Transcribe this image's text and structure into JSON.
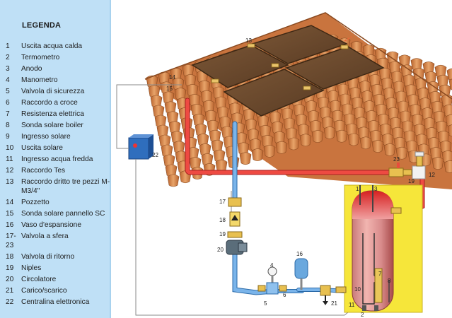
{
  "legend": {
    "title": "LEGENDA",
    "items": [
      {
        "num": "1",
        "label": "Uscita acqua calda"
      },
      {
        "num": "2",
        "label": "Termometro"
      },
      {
        "num": "3",
        "label": "Anodo"
      },
      {
        "num": "4",
        "label": "Manometro"
      },
      {
        "num": "5",
        "label": "Valvola di sicurezza"
      },
      {
        "num": "6",
        "label": "Raccordo a croce"
      },
      {
        "num": "7",
        "label": "Resistenza elettrica"
      },
      {
        "num": "8",
        "label": "Sonda solare boiler"
      },
      {
        "num": "9",
        "label": "Ingresso solare"
      },
      {
        "num": "10",
        "label": "Uscita solare"
      },
      {
        "num": "11",
        "label": "Ingresso acqua fredda"
      },
      {
        "num": "12",
        "label": "Raccordo Tes"
      },
      {
        "num": "13",
        "label": "Raccordo dritto tre pezzi M-M3/4\""
      },
      {
        "num": "14",
        "label": "Pozzetto"
      },
      {
        "num": "15",
        "label": "Sonda solare pannello SC"
      },
      {
        "num": "16",
        "label": "Vaso d'espansione"
      },
      {
        "num": "17- 23",
        "label": "Valvola a sfera"
      },
      {
        "num": "18",
        "label": "Valvola di ritorno"
      },
      {
        "num": "19",
        "label": "Niples"
      },
      {
        "num": "20",
        "label": "Circolatore"
      },
      {
        "num": "21",
        "label": "Carico/scarico"
      },
      {
        "num": "22",
        "label": "Centralina elettronica"
      }
    ]
  },
  "callouts": {
    "c13": "13",
    "c14": "14",
    "c15": "15",
    "c22": "22",
    "c23": "23",
    "c12": "12",
    "c19a": "19",
    "c17": "17",
    "c18": "18",
    "c19b": "19",
    "c20": "20",
    "c16": "16",
    "c4": "4",
    "c5": "5",
    "c6": "6",
    "c21": "21",
    "c1": "1",
    "c3": "3",
    "c7": "7",
    "c8": "8",
    "c10": "10",
    "c11": "11",
    "c2": "2"
  },
  "colors": {
    "legend_bg": "#bfe0f6",
    "roof_tile": "#d98d4e",
    "panel": "#6b4a2e",
    "hot_pipe": "#e8463f",
    "cold_pipe": "#66a6dd",
    "tank_jacket": "#f6e63a",
    "control_box": "#2f6ebd"
  }
}
